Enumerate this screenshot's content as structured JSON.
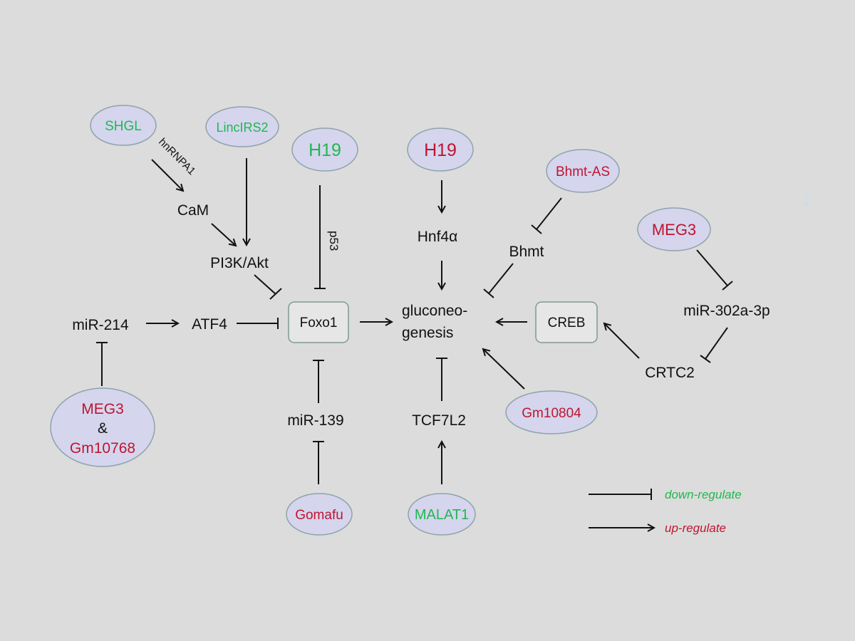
{
  "colors": {
    "background": "#dcdcdc",
    "ellipse_fill": "#d5d5ee",
    "ellipse_stroke": "#8fa3ab",
    "box_fill": "#e6e6e6",
    "box_stroke": "#7f9a93",
    "green": "#1fb84f",
    "red": "#c0152f",
    "black": "#111111"
  },
  "lncrnas": {
    "shgl": "SHGL",
    "lincirs2": "LincIRS2",
    "h19_left": "H19",
    "h19_right": "H19",
    "bhmt_as": "Bhmt-AS",
    "meg3_right": "MEG3",
    "meg3_left": "MEG3",
    "amp": "&",
    "gm10768": "Gm10768",
    "gomafu": "Gomafu",
    "malat1": "MALAT1",
    "gm10804": "Gm10804"
  },
  "nodes": {
    "foxo1": "Foxo1",
    "creb": "CREB",
    "cam": "CaM",
    "pi3k_akt": "PI3K/Akt",
    "hnf4a": "Hnf4α",
    "bhmt": "Bhmt",
    "mir214": "miR-214",
    "atf4": "ATF4",
    "gluconeo_1": "gluconeo-",
    "gluconeo_2": "genesis",
    "mir302": "miR-302a-3p",
    "crtc2": "CRTC2",
    "mir139": "miR-139",
    "tcf7l2": "TCF7L2"
  },
  "edge_labels": {
    "hnrnpa1": "hnRNPA1",
    "p53": "p53"
  },
  "legend": {
    "down": "down-regulate",
    "up": "up-regulate"
  },
  "stray_mark": "↓"
}
